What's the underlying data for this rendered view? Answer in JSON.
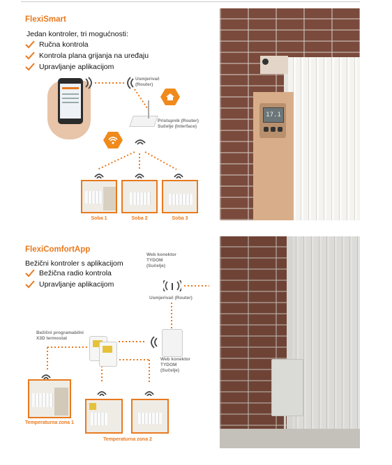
{
  "section1": {
    "title": "FlexiSmart",
    "intro": "Jedan kontroler, tri mogućnosti:",
    "items": [
      "Ručna kontrola",
      "Kontrola plana grijanja na uređaju",
      "Upravljanje aplikacijom"
    ],
    "diagram": {
      "router_label": "Usmjerivač (Router)",
      "gateway_label_1": "Pristupnik (Router)",
      "gateway_label_2": "Sučelje (Interface)",
      "rooms": [
        "Soba 1",
        "Soba 2",
        "Soba 3"
      ]
    }
  },
  "section2": {
    "title": "FlexiComfortApp",
    "intro": "Bežični kontroler s aplikacijom",
    "items": [
      "Bežična radio kontrola",
      "Upravljanje aplikacijom"
    ],
    "diagram": {
      "web_label_1": "Web konektor",
      "web_label_2": "TYDOM",
      "web_label_3": "(Sučelje)",
      "router_label": "Usmjerivač (Router)",
      "thermostat_label_1": "Bežični programabilni",
      "thermostat_label_2": "X3D termostat",
      "connector_label_1": "Web konektor",
      "connector_label_2": "TYDOM",
      "connector_label_3": "(Sučelje)",
      "zone1": "Temperaturna zona 1",
      "zone2": "Temperaturna zona 2"
    }
  },
  "thermostat_display": "17.1",
  "colors": {
    "accent": "#e8791e",
    "brick": "#7a4a3c"
  }
}
